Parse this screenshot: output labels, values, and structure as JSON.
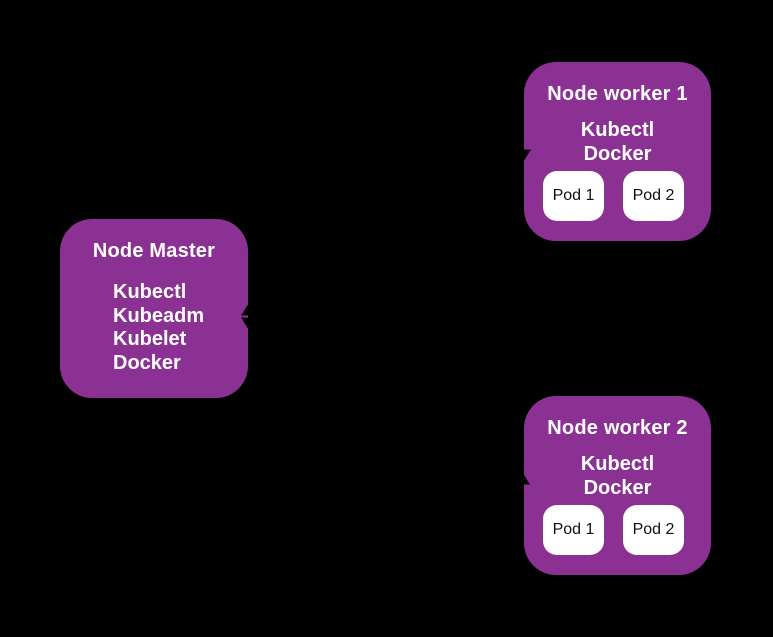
{
  "colors": {
    "canvas-bg": "#000000",
    "node-fill": "#8b3194",
    "node-text": "#ffffff",
    "pod-fill": "#ffffff",
    "pod-text": "#111111",
    "arrow": "#000000"
  },
  "nodes": {
    "master": {
      "title": "Node Master",
      "components": [
        "Kubectl",
        "Kubeadm",
        "Kubelet",
        "Docker"
      ]
    },
    "worker1": {
      "title": "Node worker 1",
      "components": [
        "Kubectl",
        "Docker"
      ],
      "pods": [
        "Pod 1",
        "Pod 2"
      ]
    },
    "worker2": {
      "title": "Node worker 2",
      "components": [
        "Kubectl",
        "Docker"
      ],
      "pods": [
        "Pod 1",
        "Pod 2"
      ]
    }
  },
  "connections": [
    {
      "from": "master",
      "to": "worker1",
      "type": "double-arrow"
    },
    {
      "from": "master",
      "to": "worker2",
      "type": "double-arrow"
    }
  ]
}
